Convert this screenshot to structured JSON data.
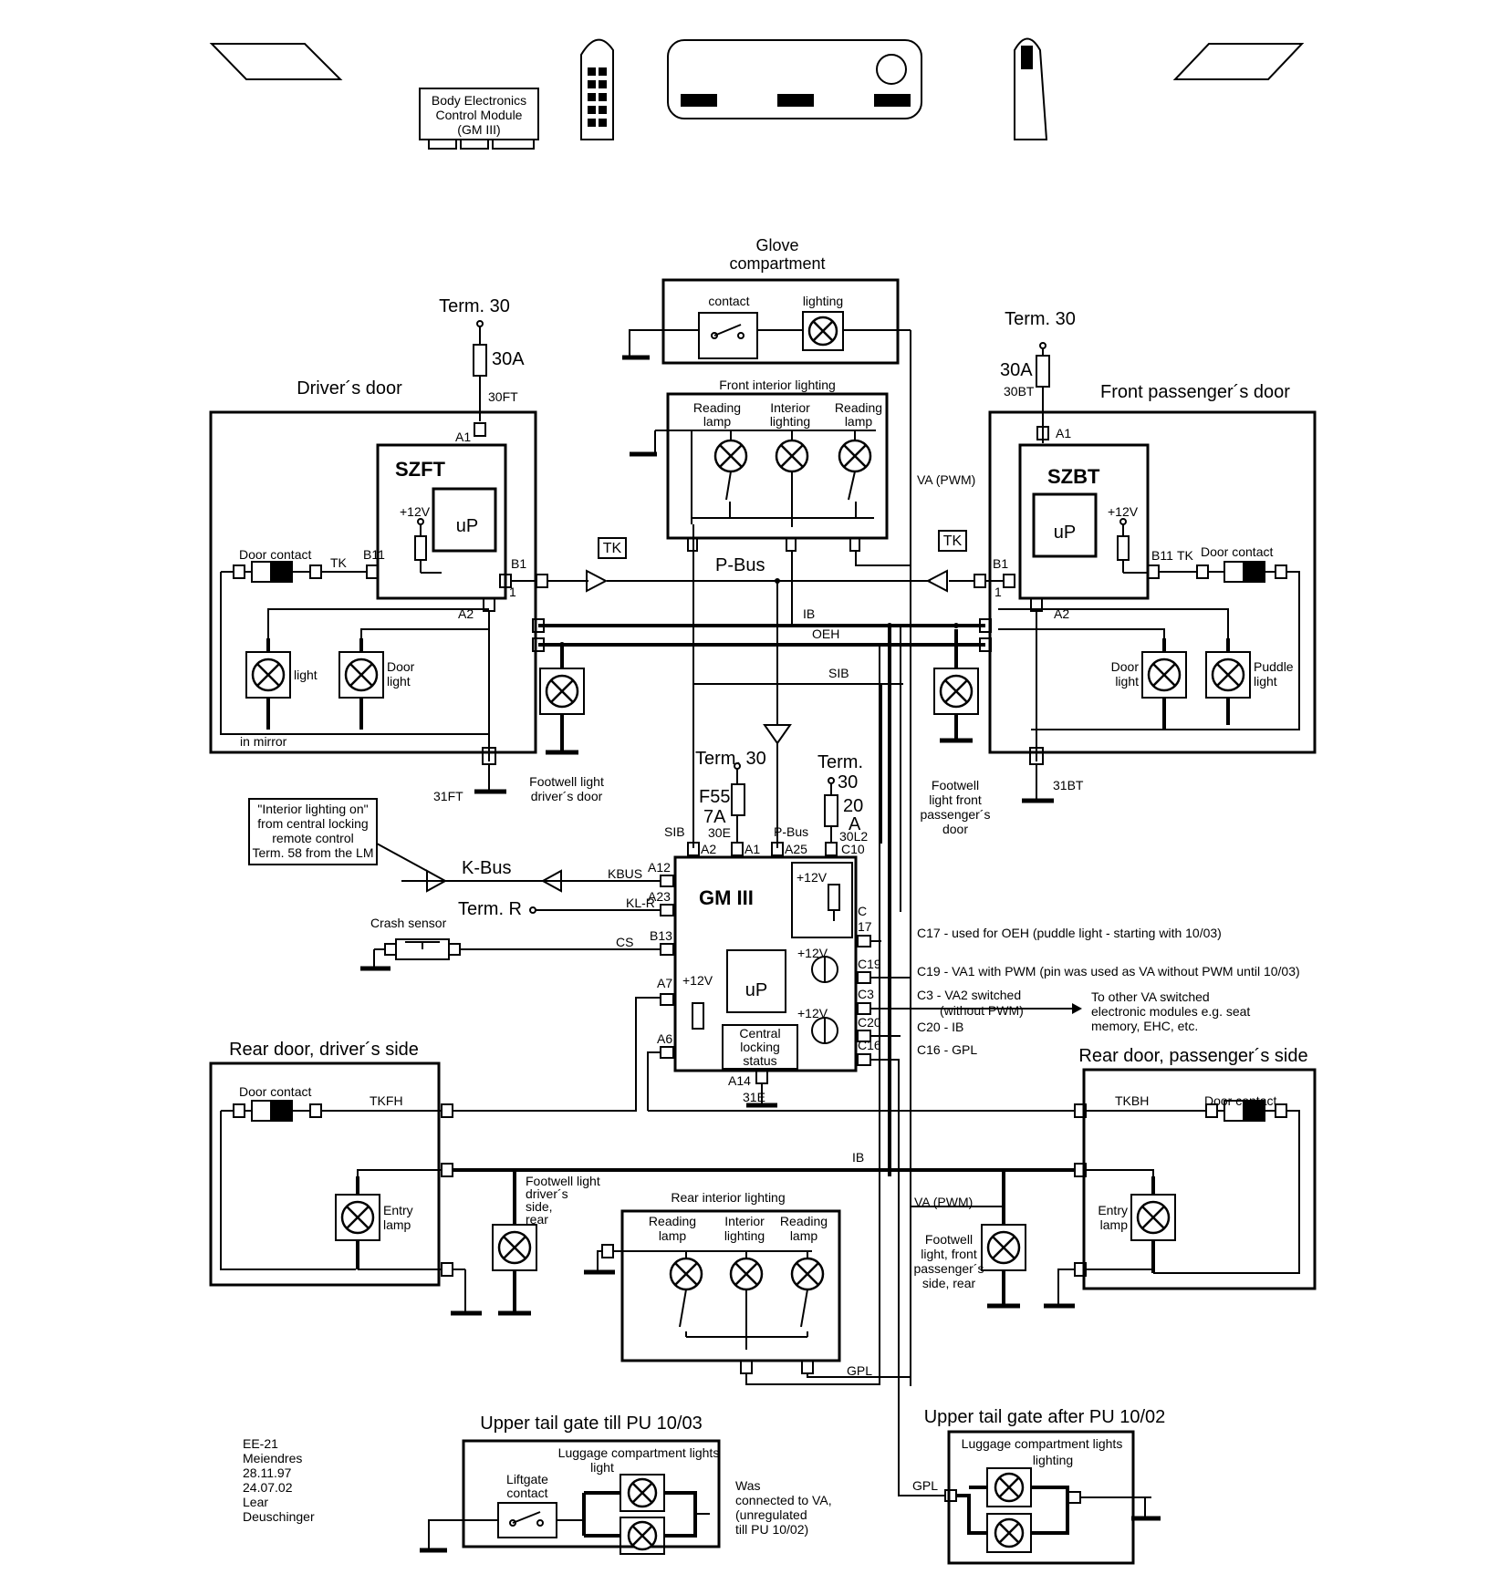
{
  "header": {
    "bem_label": [
      "Body Electronics",
      "Control Module",
      "(GM III)"
    ]
  },
  "glove": {
    "title": [
      "Glove",
      "compartment"
    ],
    "contact": "contact",
    "lighting": "lighting"
  },
  "front_interior": {
    "title": "Front interior lighting",
    "reading_left": [
      "Reading",
      "lamp"
    ],
    "interior": [
      "Interior",
      "lighting"
    ],
    "reading_right": [
      "Reading",
      "lamp"
    ]
  },
  "driver_door": {
    "term": "Term. 30",
    "fuse": "30A",
    "fuse_pin": "30FT",
    "title": "Driver´s door",
    "module": "SZFT",
    "a1": "A1",
    "a2": "A2",
    "b1": "B1",
    "b11": "B11",
    "pin1": "1",
    "v12": "+12V",
    "up": "uP",
    "door_contact": "Door contact",
    "tk": "TK",
    "light": "light",
    "door_light": [
      "Door",
      "light"
    ],
    "in_mirror": "in mirror",
    "ground": "31FT",
    "footwell": [
      "Footwell light",
      "driver´s door"
    ]
  },
  "passenger_door": {
    "term": "Term. 30",
    "fuse": "30A",
    "fuse_pin": "30BT",
    "title": "Front passenger´s door",
    "module": "SZBT",
    "a1": "A1",
    "a2": "A2",
    "b1": "B1",
    "b11": "B11",
    "pin1": "1",
    "v12": "+12V",
    "up": "uP",
    "door_contact": "Door contact",
    "tk": "TK",
    "door_light": [
      "Door",
      "light"
    ],
    "puddle": [
      "Puddle",
      "light"
    ],
    "ground": "31BT",
    "footwell": [
      "Footwell",
      "light front",
      "passenger´s",
      "door"
    ]
  },
  "buses": {
    "tk_left": "TK",
    "tk_right": "TK",
    "pbus": "P-Bus",
    "ib": "IB",
    "oeh": "OEH",
    "sib": "SIB",
    "va_pwm": "VA (PWM)"
  },
  "gm3": {
    "title": "GM III",
    "term30_left": "Term. 30",
    "fuse_left": [
      "F55",
      "7A"
    ],
    "pin_30e": "30E",
    "term30_right": [
      "Term.",
      "30"
    ],
    "fuse_right": [
      "20",
      "A"
    ],
    "pin_30l2": "30L2",
    "sib": "SIB",
    "a2": "A2",
    "a1": "A1",
    "pbus": "P-Bus",
    "a25": "A25",
    "c10": "C10",
    "kbus_pin": "KBUS",
    "a12": "A12",
    "klr": "KL-R",
    "a23": "A23",
    "cs": "CS",
    "b13": "B13",
    "a7": "A7",
    "a6": "A6",
    "c": "C",
    "c17": "17",
    "c19": "C19",
    "c3": "C3",
    "c20": "C20",
    "c16": "C16",
    "v12_top": "+12V",
    "v12_mid": "+12V",
    "v12_low": "+12V",
    "v12_left": "+12V",
    "up": "uP",
    "central": [
      "Central",
      "locking",
      "status"
    ],
    "a14": "A14",
    "ground": "31E"
  },
  "kbus": {
    "note": [
      "\"Interior lighting on\"",
      "from central locking",
      "remote control",
      "Term. 58 from the LM"
    ],
    "label": "K-Bus",
    "term_r": "Term. R",
    "crash": "Crash sensor"
  },
  "notes": {
    "c17": "C17 - used for OEH (puddle light - starting with 10/03)",
    "c19": "C19 - VA1 with PWM (pin was used as VA  without PWM until 10/03)",
    "c3": "C3  - VA2 switched",
    "c3b": "(without PWM)",
    "c20": "C20  - IB",
    "c16": "C16  - GPL",
    "other": [
      "To other VA switched",
      "electronic modules e.g. seat",
      "memory, EHC, etc."
    ]
  },
  "rear_driver": {
    "title": "Rear door, driver´s side",
    "door_contact": "Door contact",
    "tkfh": "TKFH",
    "entry": [
      "Entry",
      "lamp"
    ],
    "footwell": [
      "Footwell light",
      "driver´s",
      "side,",
      "rear"
    ]
  },
  "rear_passenger": {
    "title": "Rear door, passenger´s side",
    "door_contact": "Door contact",
    "tkbh": "TKBH",
    "ib": "IB",
    "va": "VA (PWM)",
    "entry": [
      "Entry",
      "lamp"
    ],
    "footwell": [
      "Footwell",
      "light, front",
      "passenger´s",
      "side, rear"
    ]
  },
  "rear_interior": {
    "title": "Rear interior lighting",
    "reading_left": [
      "Reading",
      "lamp"
    ],
    "interior": [
      "Interior",
      "lighting"
    ],
    "reading_right": [
      "Reading",
      "lamp"
    ],
    "gpl": "GPL"
  },
  "tailgate_till": {
    "title": "Upper tail gate till PU 10/03",
    "lights": "Luggage compartment lights",
    "light": "light",
    "liftgate": [
      "Liftgate",
      "contact"
    ],
    "was": [
      "Was",
      "connected to VA,",
      "(unregulated",
      "till PU 10/02)"
    ]
  },
  "tailgate_after": {
    "title": "Upper tail gate after PU 10/02",
    "lights": "Luggage compartment lights",
    "lighting": "lighting",
    "gpl": "GPL"
  },
  "footer": {
    "lines": [
      "EE-21",
      "Meiendres",
      "28.11.97",
      "24.07.02",
      "Lear",
      "Deuschinger"
    ]
  }
}
